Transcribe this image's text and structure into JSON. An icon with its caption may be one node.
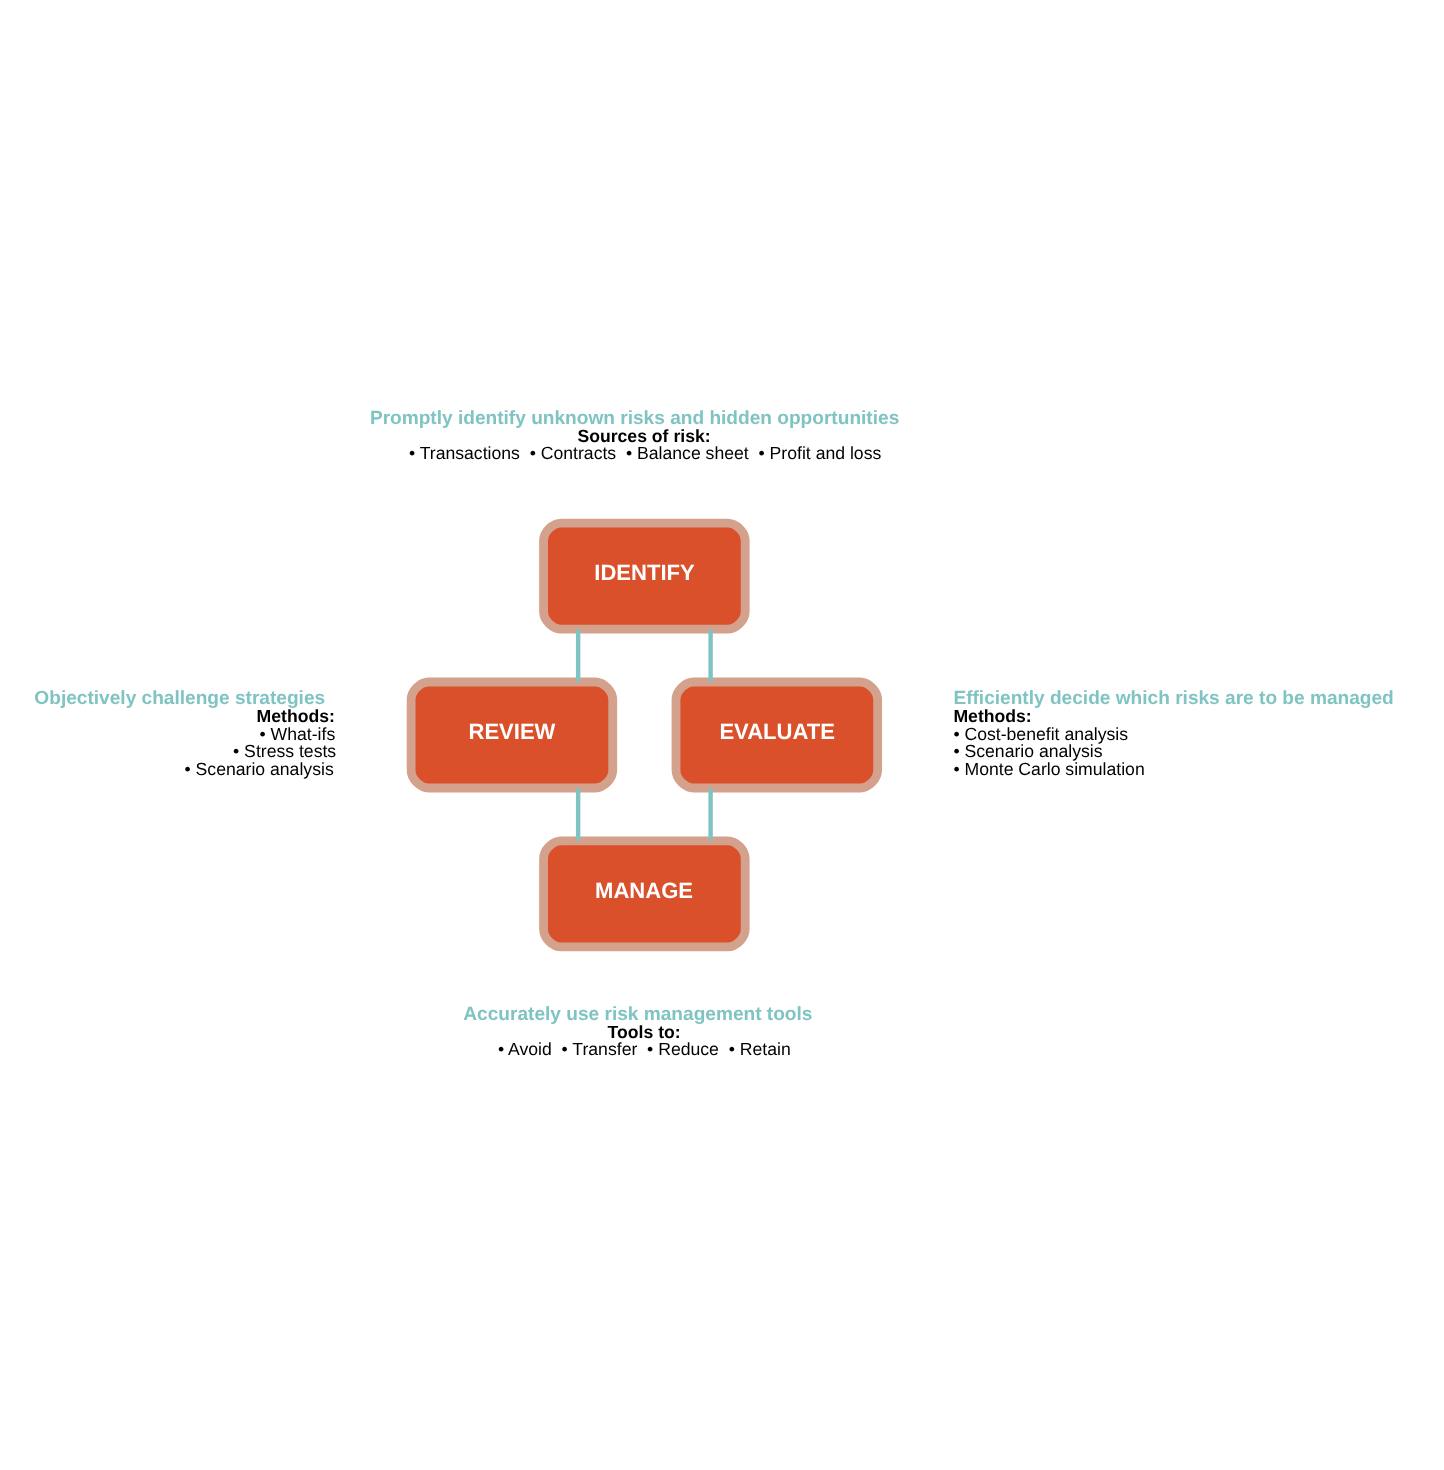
{
  "diagram": {
    "nodes": [
      {
        "text": [
          "IDENTIFY"
        ],
        "beside": [
          "Promptly identify unknown risks and hidden opportunities",
          "Sources of risk:",
          "• Transactions",
          "• Contracts",
          "• Balance sheet",
          "• Profit and loss"
        ]
      },
      {
        "text": [
          "EVALUATE"
        ],
        "beside": [
          "Efficiently decide which risks are to be managed",
          "Methods:",
          "• Cost-benefit analysis",
          "• Scenario analysis",
          "• Monte Carlo simulation"
        ]
      },
      {
        "text": [
          "MANAGE"
        ],
        "beside": [
          "Accurately use risk management tools",
          "Tools to:",
          "• Avoid",
          "• Transfer",
          "• Reduce",
          "• Retain"
        ]
      },
      {
        "text": [
          "REVIEW"
        ],
        "beside": [
          "Objectively challenge strategies",
          "Methods:",
          "• What-ifs",
          "• Stress tests",
          "• Scenario analysis"
        ]
      }
    ],
    "edges": [
      {
        "from": 0,
        "to": 1,
        "arrow": "none"
      },
      {
        "from": 1,
        "to": 2,
        "arrow": "none"
      },
      {
        "from": 2,
        "to": 3,
        "arrow": "none"
      },
      {
        "from": 3,
        "to": 0,
        "arrow": "none"
      }
    ]
  }
}
